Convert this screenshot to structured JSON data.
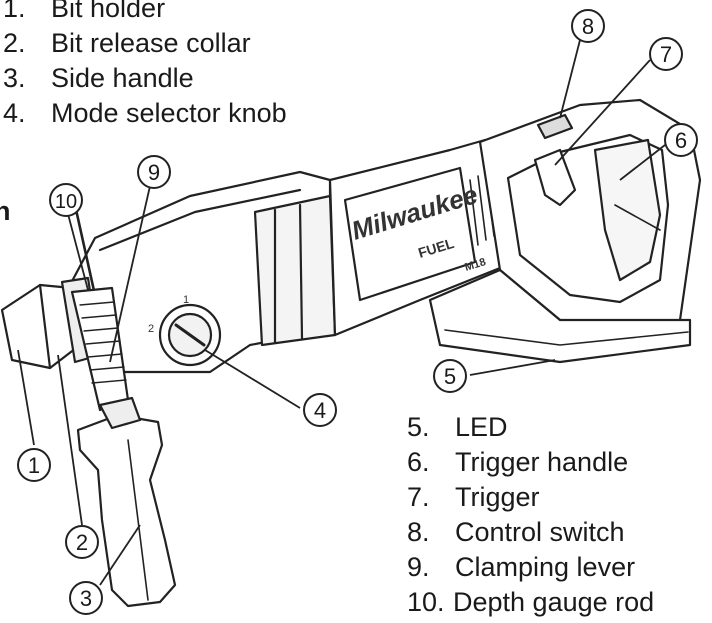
{
  "legend_top": [
    {
      "num": "1.",
      "label": "Bit holder"
    },
    {
      "num": "2.",
      "label": "Bit release collar"
    },
    {
      "num": "3.",
      "label": "Side handle"
    },
    {
      "num": "4.",
      "label": "Mode selector knob"
    }
  ],
  "legend_bottom": [
    {
      "num": "5.",
      "label": "LED"
    },
    {
      "num": "6.",
      "label": "Trigger handle"
    },
    {
      "num": "7.",
      "label": "Trigger"
    },
    {
      "num": "8.",
      "label": "Control switch"
    },
    {
      "num": "9.",
      "label": "Clamping lever"
    },
    {
      "num": "10.",
      "label": "Depth gauge rod"
    }
  ],
  "callouts": [
    "1",
    "2",
    "3",
    "4",
    "5",
    "6",
    "7",
    "8",
    "9",
    "10"
  ],
  "edge_fragment": "n",
  "brand": "Milwaukee",
  "sub_brand": "FUEL",
  "model_badge": "M18",
  "mode_marks": [
    "1",
    "2"
  ]
}
